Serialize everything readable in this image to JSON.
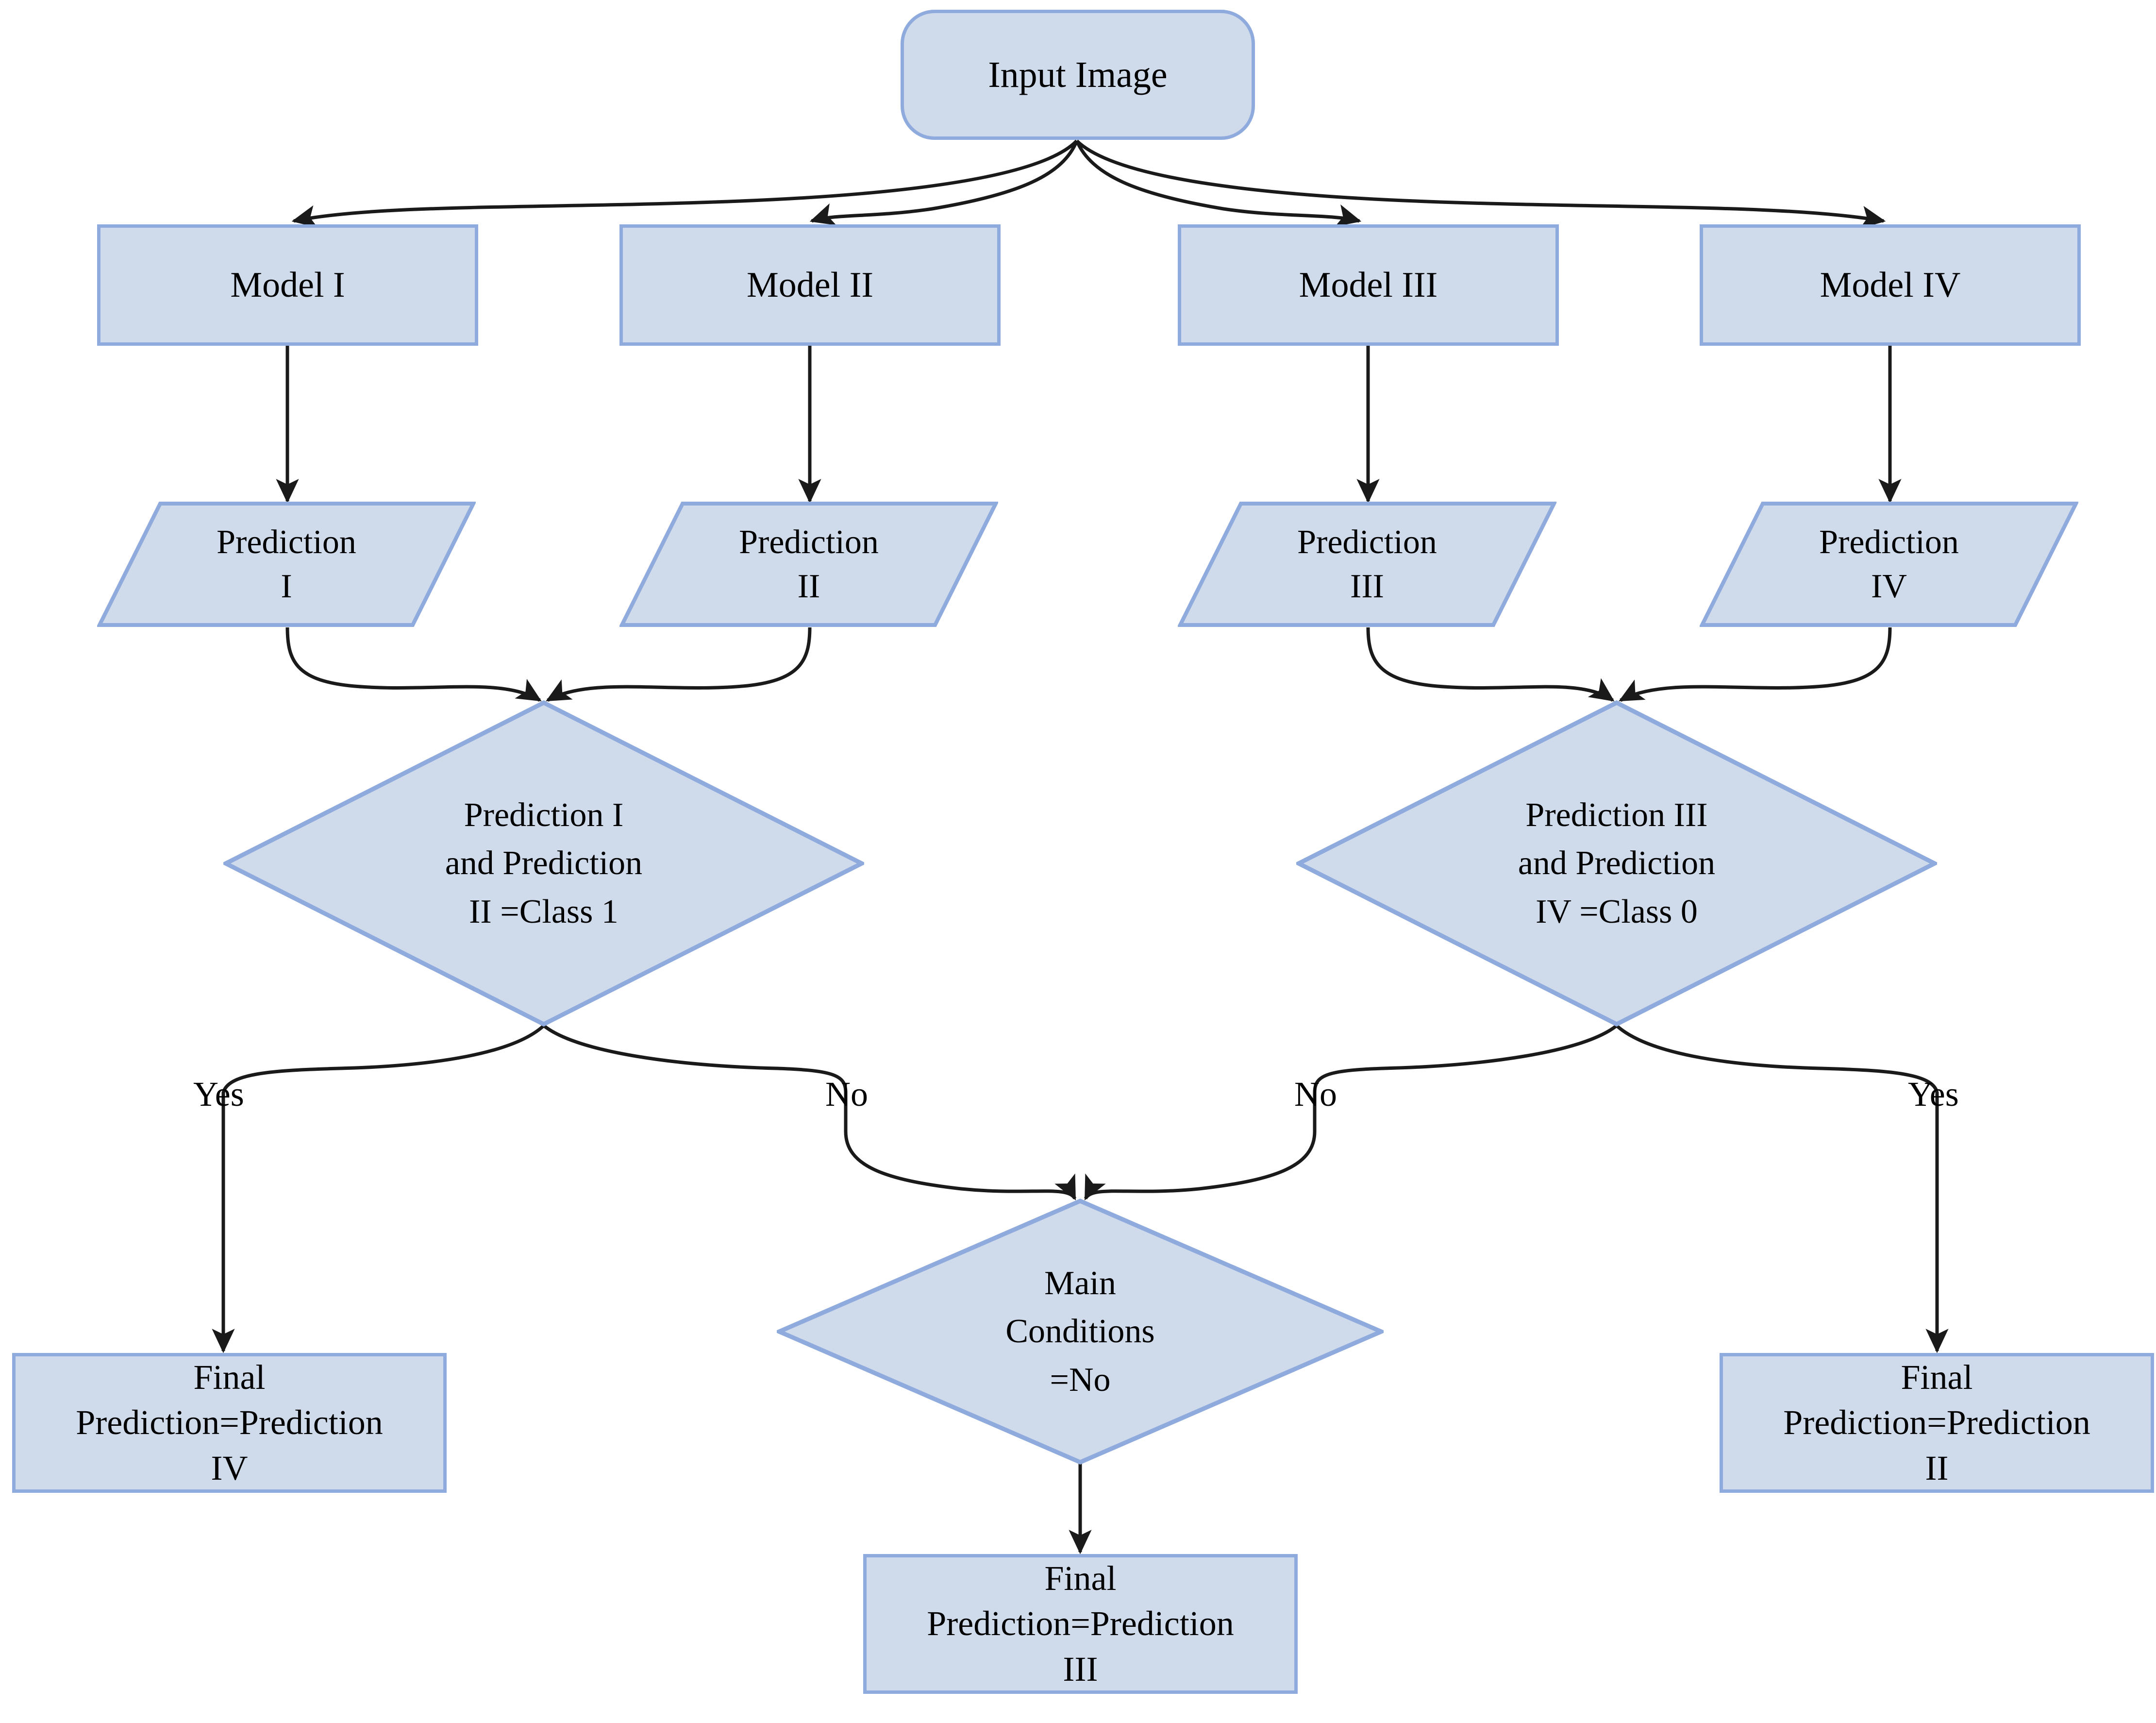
{
  "diagram": {
    "title": "Ensemble prediction decision flowchart",
    "colors": {
      "node_fill": "#cfdaeb",
      "node_border": "#8faadc",
      "edge_stroke": "#1a1a1a",
      "text": "#000000",
      "background": "#ffffff"
    },
    "nodes": {
      "input_image": {
        "label": "Input Image",
        "shape": "stadium"
      },
      "model_1": {
        "label": "Model I",
        "shape": "rectangle"
      },
      "model_2": {
        "label": "Model II",
        "shape": "rectangle"
      },
      "model_3": {
        "label": "Model III",
        "shape": "rectangle"
      },
      "model_4": {
        "label": "Model IV",
        "shape": "rectangle"
      },
      "prediction_1": {
        "label": "Prediction\nI",
        "shape": "parallelogram"
      },
      "prediction_2": {
        "label": "Prediction\nII",
        "shape": "parallelogram"
      },
      "prediction_3": {
        "label": "Prediction\nIII",
        "shape": "parallelogram"
      },
      "prediction_4": {
        "label": "Prediction\nIV",
        "shape": "parallelogram"
      },
      "decision_left": {
        "label": "Prediction I\nand Prediction\nII =Class 1",
        "shape": "diamond"
      },
      "decision_right": {
        "label": "Prediction III\nand Prediction\nIV =Class 0",
        "shape": "diamond"
      },
      "decision_main": {
        "label": "Main\nConditions\n=No",
        "shape": "diamond"
      },
      "final_left": {
        "label": "Final\nPrediction=Prediction\nIV",
        "shape": "rectangle"
      },
      "final_center": {
        "label": "Final\nPrediction=Prediction\nIII",
        "shape": "rectangle"
      },
      "final_right": {
        "label": "Final\nPrediction=Prediction\nII",
        "shape": "rectangle"
      }
    },
    "edge_labels": {
      "left_yes": "Yes",
      "left_no": "No",
      "right_no": "No",
      "right_yes": "Yes"
    }
  }
}
